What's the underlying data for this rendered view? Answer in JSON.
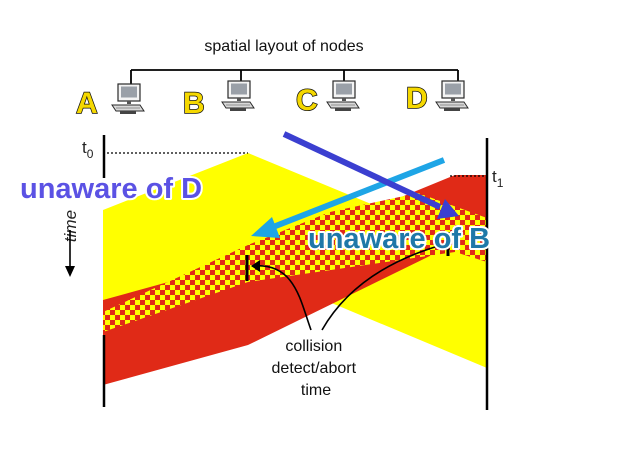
{
  "title": "spatial layout of nodes",
  "nodes": [
    {
      "id": "A",
      "label": "A"
    },
    {
      "id": "B",
      "label": "B"
    },
    {
      "id": "C",
      "label": "C"
    },
    {
      "id": "D",
      "label": "D"
    }
  ],
  "time_markers": {
    "t0": {
      "base": "t",
      "sub": "0"
    },
    "t1": {
      "base": "t",
      "sub": "1"
    }
  },
  "time_axis_label": "time",
  "collision_label": [
    "collision",
    "detect/abort",
    "time"
  ],
  "annotations": {
    "left": "unaware of D",
    "right": "unaware of B"
  },
  "colors": {
    "node_label": "#f5d800",
    "signal_yellow": "#ffff00",
    "signal_red": "#e02a17",
    "arrow_dark": "#3b3fd0",
    "arrow_light": "#1ea5e6",
    "annotation_left": "#5b52e4",
    "annotation_right": "#1f78a8"
  }
}
